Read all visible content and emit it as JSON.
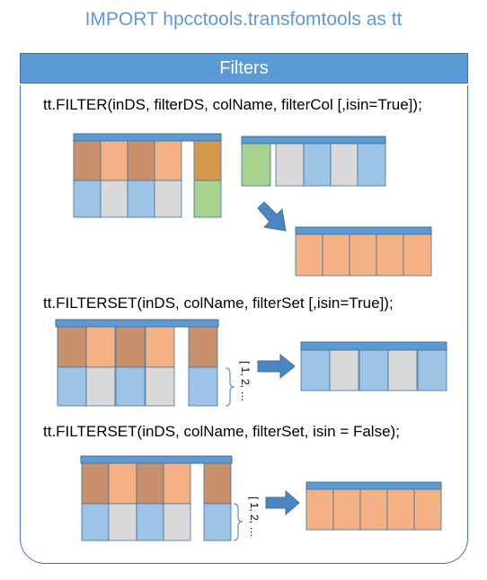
{
  "title": "IMPORT hpcctools.transfomtools as tt",
  "header": "Filters",
  "sections": [
    {
      "code": "tt.FILTER(inDS,  filterDS,  colName,  filterCol  [,isin=True]);"
    },
    {
      "code": "tt.FILTERSET(inDS,  colName, filterSet  [,isin=True]);",
      "set_label": "[ 1, 2, …"
    },
    {
      "code": "tt.FILTERSET(inDS,  colName, filterSet,  isin = False);",
      "set_label": "[ 1, 2, …"
    }
  ],
  "colors": {
    "blue_header": "#5b9bd5",
    "blue_cell": "#9dc3e6",
    "grey_cell": "#d9d9d9",
    "tan_cell": "#c9906c",
    "orange_cell": "#f4b183",
    "dark_orange_cell": "#d4994a",
    "green_cell": "#a9d18e",
    "arrow": "#4a86c5"
  }
}
